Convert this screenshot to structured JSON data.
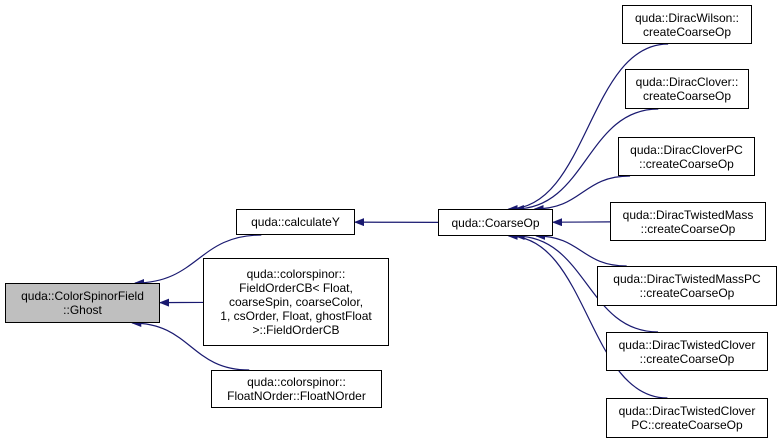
{
  "colors": {
    "edge": "#191970",
    "node_border": "#000000",
    "root_fill": "#bfbfbf",
    "node_fill": "#ffffff"
  },
  "nodes": {
    "ghost": {
      "lines": [
        "quda::ColorSpinorField",
        "::Ghost"
      ]
    },
    "calculatey": {
      "lines": [
        "quda::calculateY"
      ]
    },
    "fieldordercb": {
      "lines": [
        "quda::colorspinor::",
        "FieldOrderCB< Float,",
        "coarseSpin, coarseColor,",
        "1, csOrder, Float, ghostFloat",
        ">::FieldOrderCB"
      ]
    },
    "floatnorder": {
      "lines": [
        "quda::colorspinor::",
        "FloatNOrder::FloatNOrder"
      ]
    },
    "coarseop": {
      "lines": [
        "quda::CoarseOp"
      ]
    },
    "diracwilson": {
      "lines": [
        "quda::DiracWilson::",
        "createCoarseOp"
      ]
    },
    "diracclover": {
      "lines": [
        "quda::DiracClover::",
        "createCoarseOp"
      ]
    },
    "diraccloverpc": {
      "lines": [
        "quda::DiracCloverPC",
        "::createCoarseOp"
      ]
    },
    "diractwistedmass": {
      "lines": [
        "quda::DiracTwistedMass",
        "::createCoarseOp"
      ]
    },
    "diractwistedmasspc": {
      "lines": [
        "quda::DiracTwistedMassPC",
        "::createCoarseOp"
      ]
    },
    "diractwistedclover": {
      "lines": [
        "quda::DiracTwistedClover",
        "::createCoarseOp"
      ]
    },
    "diractwistedcloverpc": {
      "lines": [
        "quda::DiracTwistedClover",
        "PC::createCoarseOp"
      ]
    }
  },
  "edges": [
    {
      "from": "calculatey",
      "to": "ghost"
    },
    {
      "from": "fieldordercb",
      "to": "ghost"
    },
    {
      "from": "floatnorder",
      "to": "ghost"
    },
    {
      "from": "coarseop",
      "to": "calculatey"
    },
    {
      "from": "diracwilson",
      "to": "coarseop"
    },
    {
      "from": "diracclover",
      "to": "coarseop"
    },
    {
      "from": "diraccloverpc",
      "to": "coarseop"
    },
    {
      "from": "diractwistedmass",
      "to": "coarseop"
    },
    {
      "from": "diractwistedmasspc",
      "to": "coarseop"
    },
    {
      "from": "diractwistedclover",
      "to": "coarseop"
    },
    {
      "from": "diractwistedcloverpc",
      "to": "coarseop"
    }
  ]
}
